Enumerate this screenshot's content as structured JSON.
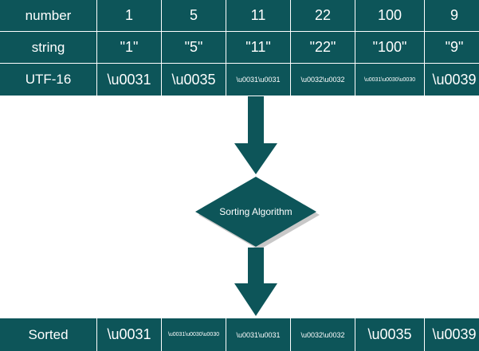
{
  "top_table": {
    "rows": [
      {
        "header": "number",
        "cells": [
          "1",
          "5",
          "11",
          "22",
          "100",
          "9"
        ]
      },
      {
        "header": "string",
        "cells": [
          "\"1\"",
          "\"5\"",
          "\"11\"",
          "\"22\"",
          "\"100\"",
          "\"9\""
        ]
      },
      {
        "header": "UTF-16",
        "cells": [
          "\\u0031",
          "\\u0035",
          "\\u0031\\u0031",
          "\\u0032\\u0032",
          "\\u0031\\u0030\\u0030",
          "\\u0039"
        ]
      }
    ]
  },
  "diamond": {
    "label": "Sorting Algorithm"
  },
  "bottom_table": {
    "header": "Sorted",
    "cells": [
      "\\u0031",
      "\\u0031\\u0030\\u0030",
      "\\u0031\\u0031",
      "\\u0032\\u0032",
      "\\u0035",
      "\\u0039"
    ]
  },
  "colors": {
    "cell_fill": "#0d5559",
    "text": "#ffffff",
    "shadow": "#c8c8c8"
  }
}
